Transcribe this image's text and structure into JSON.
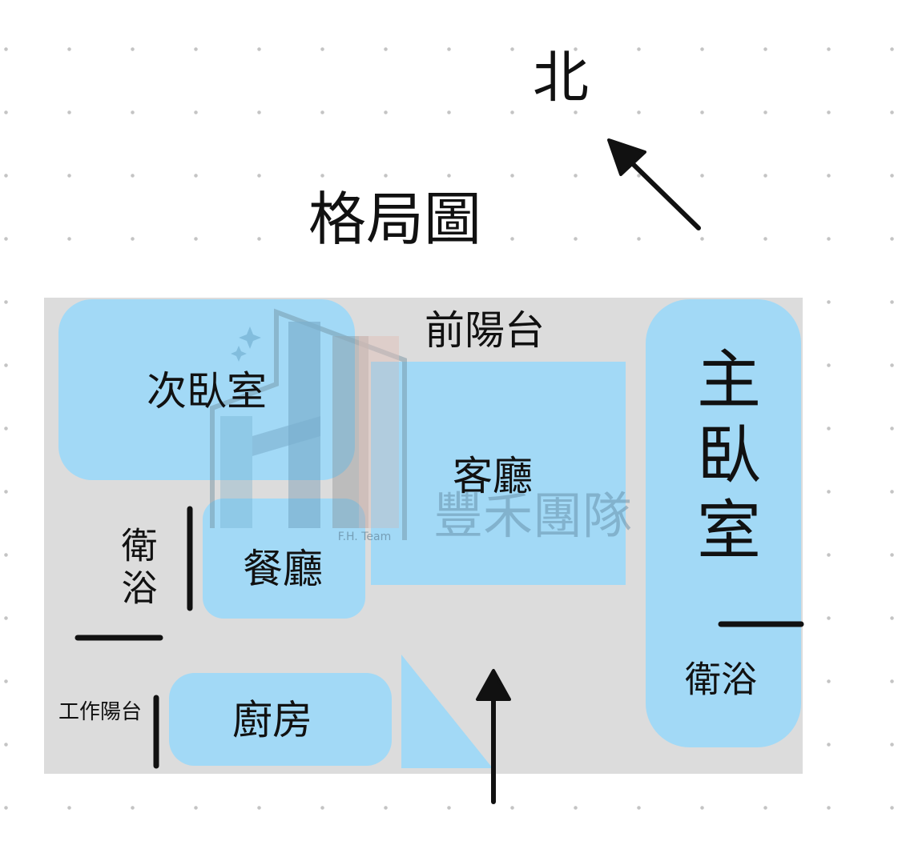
{
  "compass": {
    "north_label": "北"
  },
  "title": "格局圖",
  "rooms": {
    "front_balcony": "前陽台",
    "second_bedroom": "次臥室",
    "living_room": "客廳",
    "master_bedroom": "主臥室",
    "bathroom_left": "衛浴",
    "dining_room": "餐廳",
    "work_balcony": "工作陽台",
    "kitchen": "廚房",
    "bathroom_right": "衛浴"
  },
  "watermark": {
    "brand": "豐禾團隊",
    "sub": "F.H. Team"
  },
  "colors": {
    "room": "#a2d9f6",
    "floor": "#dcdcdc"
  }
}
